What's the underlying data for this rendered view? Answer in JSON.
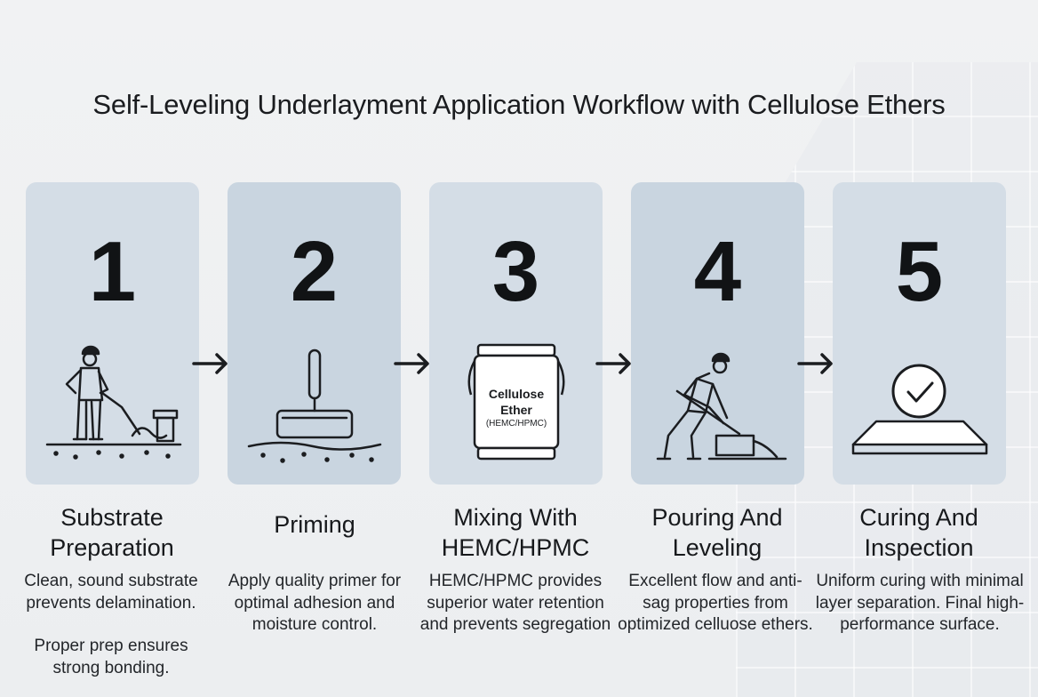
{
  "title": "Self-Leveling Underlayment Application Workflow with Cellulose Ethers",
  "steps": [
    {
      "number": "1",
      "title_l1": "Substrate",
      "title_l2": "Preparation",
      "desc1": "Clean, sound substrate prevents delamination.",
      "desc2": "Proper prep ensures strong bonding."
    },
    {
      "number": "2",
      "title_l1": "Priming",
      "title_l2": "",
      "desc1": "Apply quality primer for optimal adhesion and moisture control.",
      "desc2": ""
    },
    {
      "number": "3",
      "title_l1": "Mixing With",
      "title_l2": "HEMC/HPMC",
      "desc1": "HEMC/HPMC provides superior water retention and prevents segregation",
      "desc2": ""
    },
    {
      "number": "4",
      "title_l1": "Pouring And",
      "title_l2": "Leveling",
      "desc1": "Excellent flow and anti-sag properties from optimized celluose ethers.",
      "desc2": ""
    },
    {
      "number": "5",
      "title_l1": "Curing And",
      "title_l2": "Inspection",
      "desc1": "Uniform curing with minimal layer separation. Final high-performance surface.",
      "desc2": ""
    }
  ],
  "bag": {
    "line1": "Cellulose",
    "line2": "Ether",
    "line3": "(HEMC/HPMC)"
  },
  "icons": [
    "worker-shoveling-icon",
    "paint-roller-icon",
    "cement-bag-icon",
    "worker-pouring-icon",
    "checkmark-surface-icon",
    "arrow-right-icon"
  ]
}
